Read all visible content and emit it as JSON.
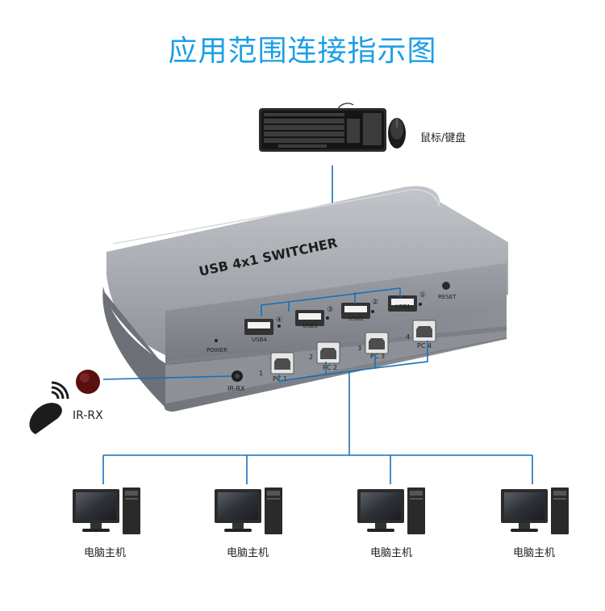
{
  "title": "应用范围连接指示图",
  "peripherals": {
    "label": "鼠标/键盘"
  },
  "switcher": {
    "name": "USB 4x1 SWITCHER",
    "usb_ports": [
      {
        "label": "USB1",
        "num": "①"
      },
      {
        "label": "USB2",
        "num": "②"
      },
      {
        "label": "USB3",
        "num": "③"
      },
      {
        "label": "USB4",
        "num": "④"
      }
    ],
    "pc_ports": [
      {
        "label": "PC 1",
        "num": "1"
      },
      {
        "label": "PC 2",
        "num": "2"
      },
      {
        "label": "PC 3",
        "num": "3"
      },
      {
        "label": "PC 4",
        "num": "4"
      }
    ],
    "power_label": "POWER",
    "reset_label": "RESET",
    "ir_port_label": "IR-RX"
  },
  "remote": {
    "label": "IR-RX"
  },
  "computers": [
    {
      "label": "电脑主机"
    },
    {
      "label": "电脑主机"
    },
    {
      "label": "电脑主机"
    },
    {
      "label": "电脑主机"
    }
  ],
  "colors": {
    "title": "#1c9ee6",
    "connector": "#1a6fb8",
    "device_body": "#8c9096",
    "monitor": "#2b2b2b"
  }
}
